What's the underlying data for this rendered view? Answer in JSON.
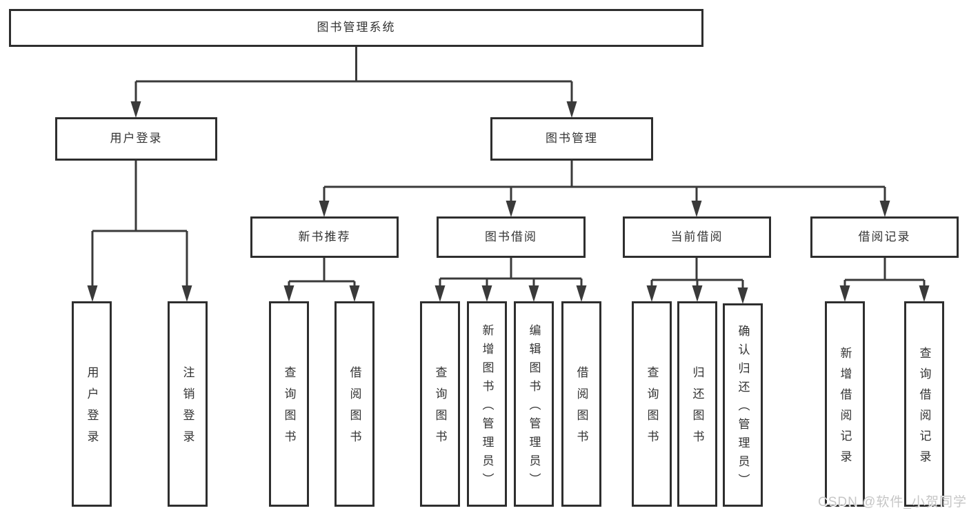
{
  "diagram_type": "hierarchy-tree",
  "tree": {
    "label": "图书管理系统",
    "children": [
      {
        "label": "用户登录",
        "children": [
          {
            "label": "用户登录"
          },
          {
            "label": "注销登录"
          }
        ]
      },
      {
        "label": "图书管理",
        "children": [
          {
            "label": "新书推荐",
            "children": [
              {
                "label": "查询图书"
              },
              {
                "label": "借阅图书"
              }
            ]
          },
          {
            "label": "图书借阅",
            "children": [
              {
                "label": "查询图书"
              },
              {
                "label": "新增图书（管理员）"
              },
              {
                "label": "编辑图书（管理员）"
              },
              {
                "label": "借阅图书"
              }
            ]
          },
          {
            "label": "当前借阅",
            "children": [
              {
                "label": "查询图书"
              },
              {
                "label": "归还图书"
              },
              {
                "label": "确认归还（管理员）"
              }
            ]
          },
          {
            "label": "借阅记录",
            "children": [
              {
                "label": "新增借阅记录"
              },
              {
                "label": "查询借阅记录"
              }
            ]
          }
        ]
      }
    ]
  },
  "watermark": {
    "text": "CSDN @软件_小贺同学"
  },
  "colors": {
    "line": "#3a3a3a",
    "box_border": "#2e2e2e",
    "text": "#333333",
    "watermark": "#c6c6c6",
    "background": "#ffffff"
  }
}
